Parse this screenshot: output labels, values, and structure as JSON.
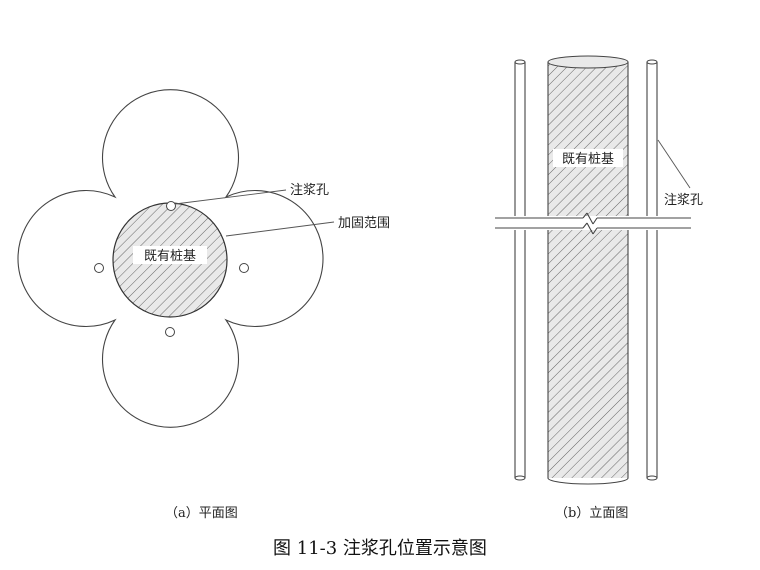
{
  "plan_view": {
    "pile_label": "既有桩基",
    "grout_hole_label": "注浆孔",
    "reinforce_range_label": "加固范围",
    "caption": "（a）平面图"
  },
  "elevation_view": {
    "pile_label": "既有桩基",
    "grout_hole_label": "注浆孔",
    "caption": "（b）立面图"
  },
  "figure_title": "图 11-3  注浆孔位置示意图"
}
